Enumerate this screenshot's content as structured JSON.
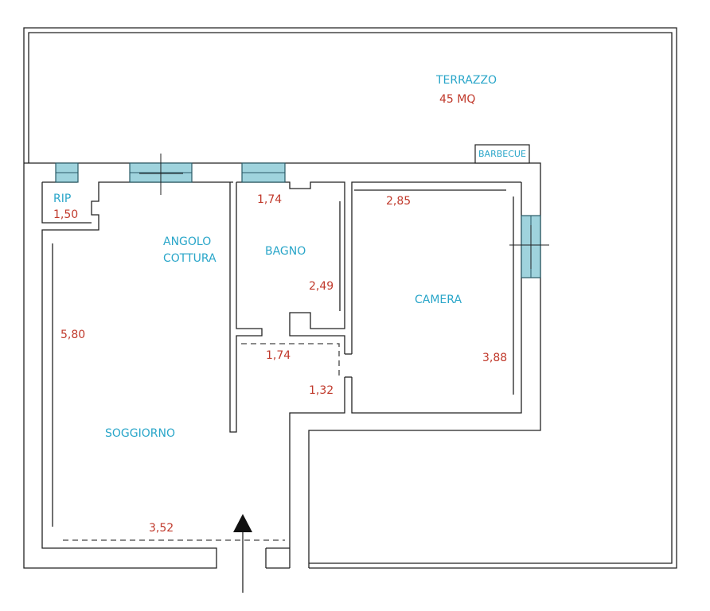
{
  "colors": {
    "room_label": "#2aa6c9",
    "dimension": "#c0392b",
    "wall": "#222222",
    "window": "#9fd3dd"
  },
  "rooms": {
    "terrace": {
      "name": "TERRAZZO",
      "area": "45 MQ"
    },
    "barbecue": "BARBECUE",
    "storage": {
      "name": "RIP",
      "dim": "1,50"
    },
    "kitchen": {
      "name_line1": "ANGOLO",
      "name_line2": "COTTURA"
    },
    "bathroom": {
      "name": "BAGNO",
      "width": "1,74",
      "depth": "2,49"
    },
    "bedroom": {
      "name": "CAMERA",
      "width": "2,85",
      "depth": "3,88"
    },
    "hall": {
      "width": "1,74",
      "depth": "1,32"
    },
    "living": {
      "name": "SOGGIORNO",
      "depth": "5,80",
      "width": "3,52"
    }
  },
  "icons": {
    "entrance": "entrance-arrow-icon"
  }
}
